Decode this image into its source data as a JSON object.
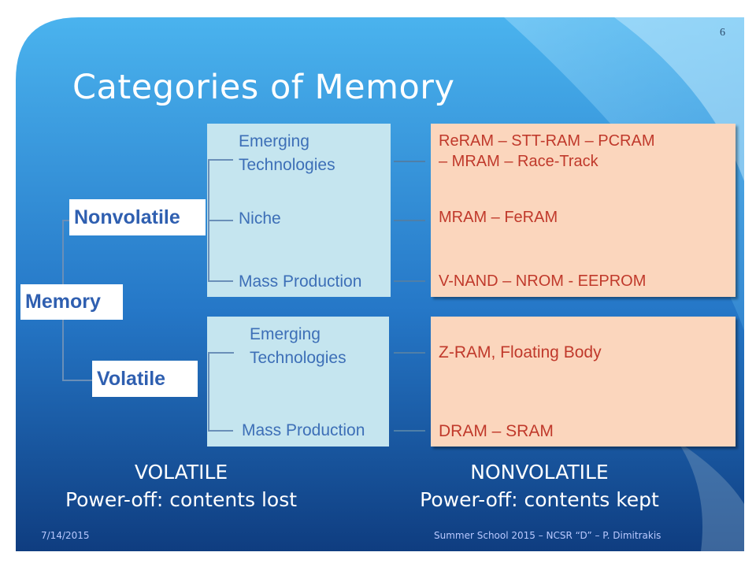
{
  "slide": {
    "title": "Categories of Memory",
    "page_number": "6",
    "root": "Memory",
    "categories": {
      "nonvolatile": {
        "label": "Nonvolatile",
        "items": [
          {
            "type": "Emerging\nTechnologies",
            "examples": "ReRAM – STT-RAM – PCRAM – MRAM – Race-Track"
          },
          {
            "type": "Niche",
            "examples": "MRAM – FeRAM"
          },
          {
            "type": "Mass Production",
            "examples": "V-NAND – NROM - EEPROM"
          }
        ]
      },
      "volatile": {
        "label": "Volatile",
        "items": [
          {
            "type": "Emerging\nTechnologies",
            "examples": "Z-RAM, Floating Body"
          },
          {
            "type": "Mass Production",
            "examples": "DRAM – SRAM"
          }
        ]
      }
    },
    "captions": {
      "volatile_heading": "VOLATILE",
      "volatile_text": "Power-off: contents lost",
      "nonvolatile_heading": "NONVOLATILE",
      "nonvolatile_text": "Power-off: contents kept"
    },
    "footer": {
      "date": "7/14/2015",
      "credit": "Summer School 2015 – NCSR “D” – P. Dimitrakis"
    }
  },
  "colors": {
    "background_top": "#4ab3ee",
    "background_bottom": "#0f3d80",
    "category_text": "#2f5fb0",
    "subtype_text": "#3d6fb7",
    "example_text": "#c0392b",
    "subtype_box": "#c5e5ef",
    "example_box": "#fbd6bd"
  }
}
